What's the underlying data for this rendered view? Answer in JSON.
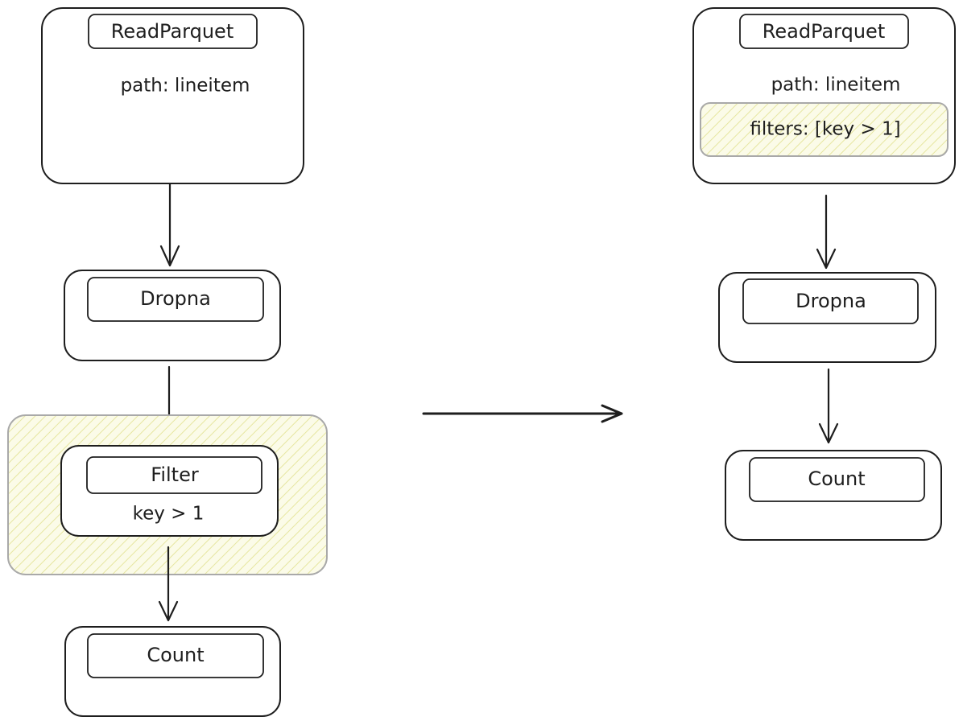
{
  "before_plan": {
    "read_parquet": {
      "title": "ReadParquet",
      "path": "path: lineitem"
    },
    "dropna": {
      "title": "Dropna"
    },
    "filter": {
      "title": "Filter",
      "predicate": "key > 1"
    },
    "count": {
      "title": "Count"
    }
  },
  "after_plan": {
    "read_parquet": {
      "title": "ReadParquet",
      "path": "path: lineitem",
      "filters": "filters: [key > 1]"
    },
    "dropna": {
      "title": "Dropna"
    },
    "count": {
      "title": "Count"
    }
  },
  "colors": {
    "stroke": "#1e1e1e",
    "highlight_fill": "#fbfbe8",
    "highlight_hatch": "#e6e6a0",
    "highlight_stroke": "#a9a9a9"
  }
}
